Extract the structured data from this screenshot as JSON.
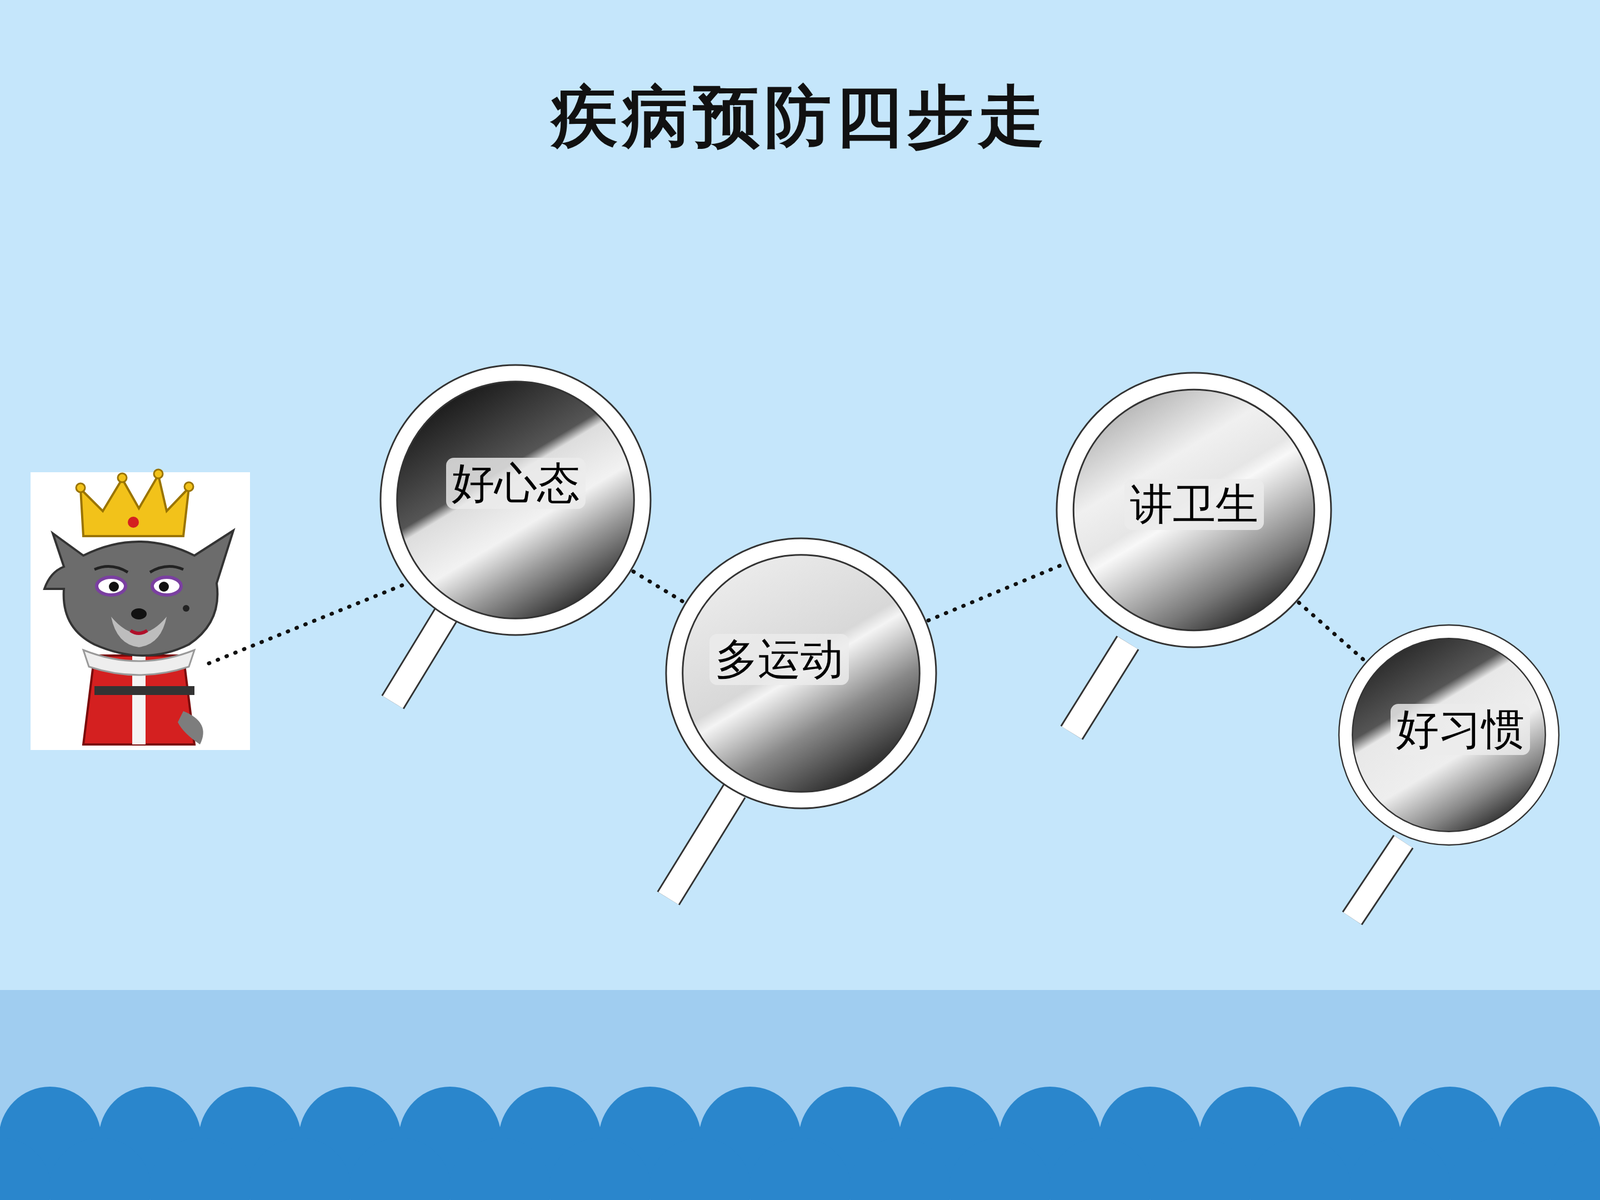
{
  "diagram": {
    "title": "疾病预防四步走",
    "nodes": [
      {
        "text": [
          "好心态"
        ]
      },
      {
        "text": [
          "多运动"
        ]
      },
      {
        "text": [
          "讲卫生"
        ]
      },
      {
        "text": [
          "好习惯"
        ]
      }
    ],
    "edges": [
      {
        "from": 0,
        "to": 1,
        "arrow": "none"
      },
      {
        "from": 1,
        "to": 2,
        "arrow": "none"
      },
      {
        "from": 2,
        "to": 3,
        "arrow": "none"
      }
    ]
  }
}
